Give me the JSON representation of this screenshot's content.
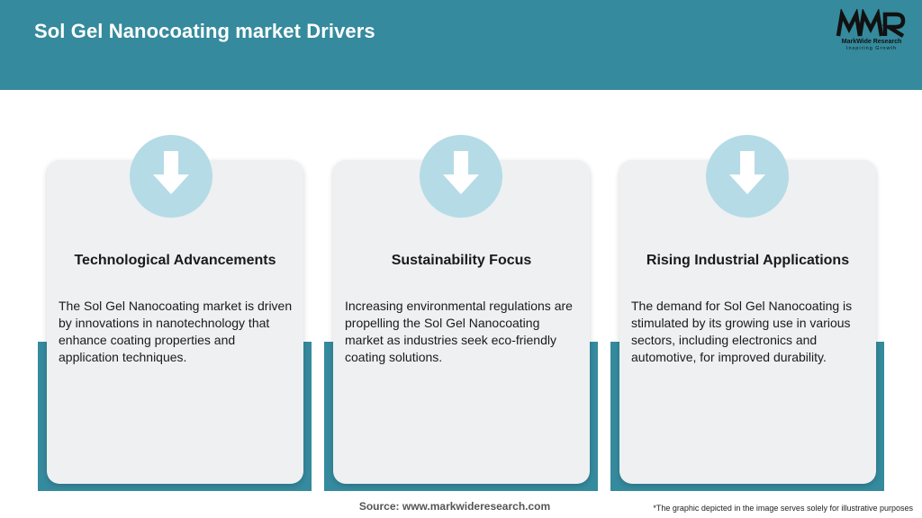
{
  "header": {
    "title": "Sol Gel Nanocoating market Drivers",
    "logo": {
      "mark": "MWR",
      "name": "MarkWide Research",
      "tagline": "Inspiring Growth"
    }
  },
  "cards": [
    {
      "icon": "down-arrow-icon",
      "title": "Technological Advancements",
      "text": "The Sol Gel Nanocoating market is driven by innovations in nanotechnology that enhance coating properties and application techniques."
    },
    {
      "icon": "down-arrow-icon",
      "title": "Sustainability Focus",
      "text": "Increasing environmental regulations are propelling the Sol Gel Nanocoating market as industries seek eco-friendly coating solutions."
    },
    {
      "icon": "down-arrow-icon",
      "title": "Rising Industrial Applications",
      "text": "The demand for Sol Gel Nanocoating is stimulated by its growing use in various sectors, including electronics and automotive, for improved durability."
    }
  ],
  "footer": {
    "source": "Source: www.markwideresearch.com",
    "disclaimer": "*The graphic depicted in the image serves solely for illustrative purposes"
  },
  "colors": {
    "header_bg": "#358a9d",
    "accent": "#358a9d",
    "card_bg": "#eef0f1",
    "icon_circle": "#b5dbe6"
  }
}
